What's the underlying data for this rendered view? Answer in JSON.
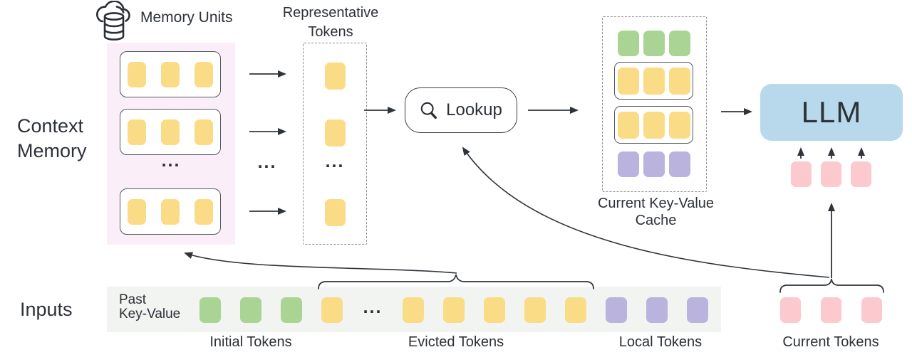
{
  "labels": {
    "context_memory_line1": "Context",
    "context_memory_line2": "Memory",
    "memory_units": "Memory Units",
    "representative_line1": "Representative",
    "representative_line2": "Tokens",
    "lookup": "Lookup",
    "cache_line1": "Current Key-Value",
    "cache_line2": "Cache",
    "llm": "LLM",
    "inputs": "Inputs",
    "past_kv_line1": "Past",
    "past_kv_line2": "Key-Value",
    "initial_tokens": "Initial Tokens",
    "evicted_tokens": "Evicted Tokens",
    "local_tokens": "Local Tokens",
    "current_tokens": "Current Tokens",
    "ellipsis": "..."
  },
  "colors": {
    "yellow": "#FBDC86",
    "green": "#A9D494",
    "purple": "#B9B3DE",
    "pink": "#FBC9CE",
    "llm_blue": "#B7D9EB",
    "memory_panel": "#FAEEF8",
    "input_strip": "#F1F4F1",
    "line": "#2F343B"
  },
  "icons": {
    "cloud_database": "cloud-database-icon",
    "magnifier": "search-icon"
  },
  "memory": {
    "rows": [
      [
        "yellow",
        "yellow",
        "yellow"
      ],
      [
        "yellow",
        "yellow",
        "yellow"
      ],
      [
        "yellow",
        "yellow",
        "yellow"
      ]
    ]
  },
  "representative": {
    "slots": [
      [
        "yellow"
      ],
      [
        "yellow"
      ],
      [
        "yellow"
      ]
    ]
  },
  "cache": {
    "rows": [
      {
        "boxed": false,
        "tokens": [
          "green",
          "green",
          "green"
        ]
      },
      {
        "boxed": true,
        "tokens": [
          "yellow",
          "yellow",
          "yellow"
        ]
      },
      {
        "boxed": true,
        "tokens": [
          "yellow",
          "yellow",
          "yellow"
        ]
      },
      {
        "boxed": false,
        "tokens": [
          "purple",
          "purple",
          "purple"
        ]
      }
    ],
    "row_tokens_0": [
      "green",
      "green",
      "green"
    ],
    "row_tokens_1": [
      "yellow",
      "yellow",
      "yellow"
    ],
    "row_tokens_2": [
      "yellow",
      "yellow",
      "yellow"
    ],
    "row_tokens_3": [
      "purple",
      "purple",
      "purple"
    ]
  },
  "llm": {
    "input_tokens": [
      "pink",
      "pink",
      "pink"
    ]
  },
  "inputs_strip": {
    "sequence": [
      "green",
      "green",
      "green",
      "yellow",
      "ellipsis",
      "yellow",
      "yellow",
      "yellow",
      "yellow",
      "yellow",
      "purple",
      "purple",
      "purple"
    ],
    "current": [
      "pink",
      "pink",
      "pink"
    ]
  }
}
